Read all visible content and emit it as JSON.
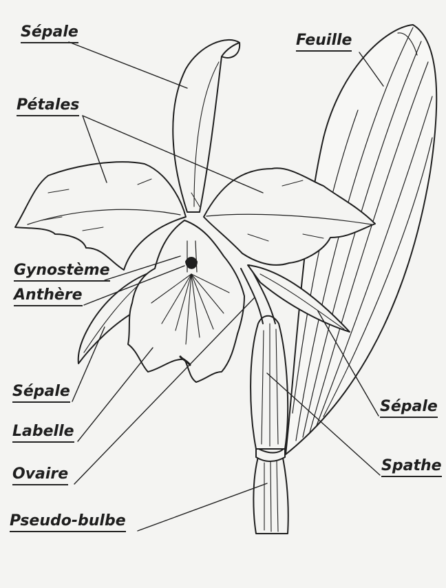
{
  "labels": {
    "sepale_top": "Sépale",
    "petales": "Pétales",
    "gynosteme": "Gynostème",
    "anthere": "Anthère",
    "sepale_left": "Sépale",
    "labelle": "Labelle",
    "ovaire": "Ovaire",
    "pseudo_bulbe": "Pseudo-bulbe",
    "feuille": "Feuille",
    "sepale_right": "Sépale",
    "spathe": "Spathe"
  },
  "colors": {
    "ink": "#1e1e1e",
    "paper": "#f4f4f2"
  }
}
